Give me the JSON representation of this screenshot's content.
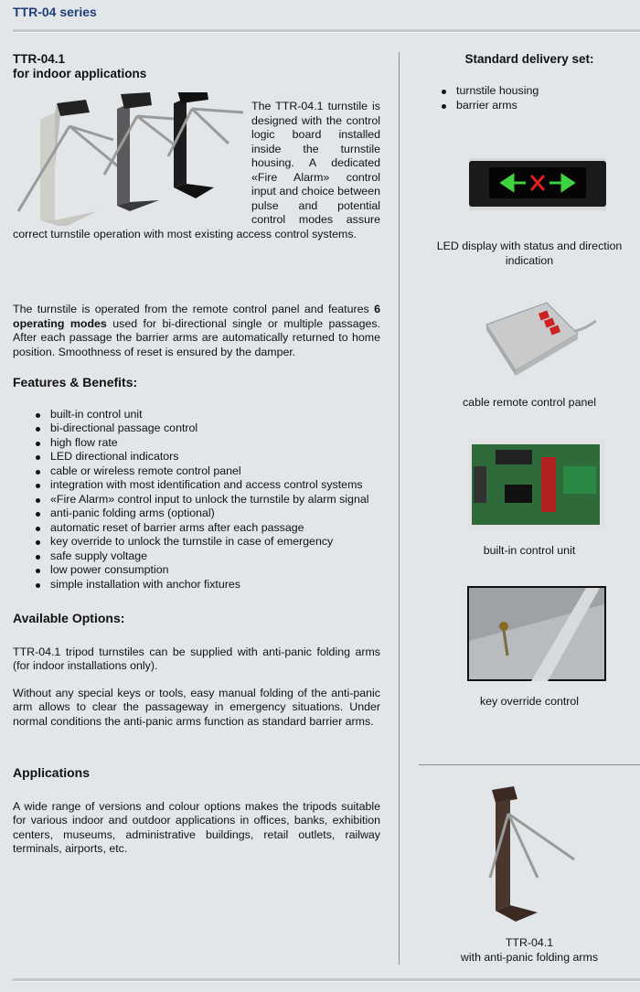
{
  "header": {
    "title": "TTR-04 series"
  },
  "main": {
    "product_title": "TTR-04.1",
    "product_subtitle": "for indoor applications",
    "intro_paragraph": "The TTR-04.1 turnstile is designed with the control logic board installed inside the turnstile housing. A dedicated «Fire Alarm» control input and choice between pulse and potential control modes assure correct turnstile operation with most existing access control systems.",
    "operation_paragraph": {
      "before": "The turnstile is operated from the remote control panel and features ",
      "bold": "6 operating modes",
      "after": " used for bi-directional single or multiple passages. After each passage the barrier arms are automatically returned to home position. Smoothness of reset is ensured by the damper."
    },
    "features_heading": "Features & Benefits:",
    "features": [
      "built-in control unit",
      "bi-directional passage control",
      "high flow rate",
      "LED directional indicators",
      "cable or wireless remote control panel",
      "integration with most identification and access control systems",
      "«Fire Alarm» control input to unlock the turnstile by alarm signal",
      "anti-panic folding arms (optional)",
      "automatic reset of barrier arms after each passage",
      "key override to unlock the turnstile in case of emergency",
      "safe supply voltage",
      "low power consumption",
      "simple installation with anchor fixtures"
    ],
    "options_heading": "Available Options:",
    "options_paragraphs": [
      "TTR-04.1 tripod turnstiles can be supplied with anti-panic folding arms (for indoor installations only).",
      "Without any special keys or tools, easy manual folding of the anti-panic arm allows to clear the passageway in emergency situations. Under normal conditions the anti-panic arms function as standard barrier arms."
    ],
    "applications_heading": "Applications",
    "applications_paragraph": "A wide range of versions and colour options makes the tripods suitable for various indoor and outdoor applications in offices, banks, exhibition centers, museums, administrative buildings, retail outlets, railway terminals, airports, etc."
  },
  "sidebar": {
    "delivery_heading": "Standard delivery set:",
    "delivery_items": [
      "turnstile housing",
      "barrier arms"
    ],
    "captions": {
      "led": "LED display with status and direction indication",
      "remote": "cable remote control panel",
      "board": "built-in control unit",
      "key": "key override control",
      "antipanic_title": "TTR-04.1",
      "antipanic_sub": "with anti-panic folding arms"
    }
  },
  "colors": {
    "background": "#e3e6e9",
    "title": "#1f3f7a",
    "led_green": "#3fd43f",
    "led_red": "#e02020"
  }
}
